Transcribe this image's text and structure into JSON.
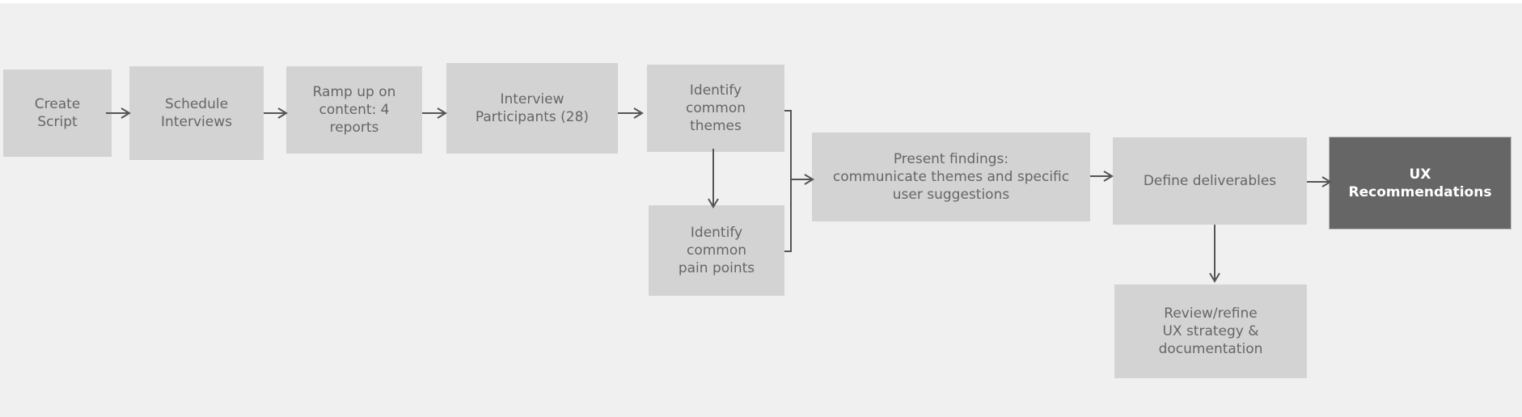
{
  "diagram": {
    "nodes": {
      "create_script": "Create\nScript",
      "schedule_interviews": "Schedule\nInterviews",
      "ramp_up": "Ramp up on\ncontent: 4\nreports",
      "interview_participants": "Interview\nParticipants (28)",
      "identify_themes": "Identify\ncommon\nthemes",
      "identify_pain_points": "Identify\ncommon\npain points",
      "present_findings": "Present findings:\ncommunicate themes and specific\nuser suggestions",
      "define_deliverables": "Define deliverables",
      "review_refine": "Review/refine\nUX strategy &\ndocumentation",
      "ux_recommendations": "UX\nRecommendations"
    },
    "colors": {
      "background": "#f0f0f0",
      "box": "#d3d3d3",
      "box_text": "#666666",
      "highlight_box": "#666666",
      "highlight_text": "#ffffff",
      "connector": "#555555"
    }
  }
}
